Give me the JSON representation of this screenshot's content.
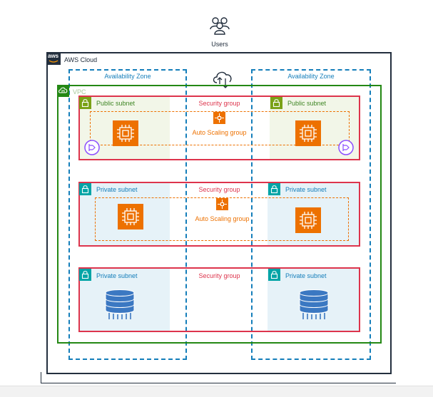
{
  "users": {
    "label": "Users",
    "icon": "users-icon"
  },
  "cloud": {
    "label": "AWS Cloud",
    "logo_text": "aws"
  },
  "availability_zones": [
    {
      "label": "Availability Zone"
    },
    {
      "label": "Availability Zone"
    }
  ],
  "vpc": {
    "label": "VPC"
  },
  "tiers": [
    {
      "security_group": "Security group",
      "subnets": [
        {
          "label": "Public subnet"
        },
        {
          "label": "Public subnet"
        }
      ],
      "asg": "Auto Scaling group",
      "content": "ec2-instance",
      "nat": "nat-gateway"
    },
    {
      "security_group": "Security group",
      "subnets": [
        {
          "label": "Private subnet"
        },
        {
          "label": "Private subnet"
        }
      ],
      "asg": "Auto Scaling group",
      "content": "ec2-instance"
    },
    {
      "security_group": "Security group",
      "subnets": [
        {
          "label": "Private subnet"
        },
        {
          "label": "Private subnet"
        }
      ],
      "content": "database"
    }
  ],
  "colors": {
    "cloud_border": "#232f3e",
    "az_border": "#147eba",
    "vpc_border": "#248814",
    "public_subnet_fill": "#f2f6e8",
    "public_subnet_accent": "#7aa116",
    "private_subnet_fill": "#e6f2f8",
    "private_subnet_accent": "#00a4a6",
    "security_group": "#dd344c",
    "asg": "#ed7100",
    "ec2": "#ed7100",
    "nat": "#8c4fff",
    "database": "#3b78c2",
    "label_blue": "#147eba",
    "label_green": "#3f8624"
  }
}
